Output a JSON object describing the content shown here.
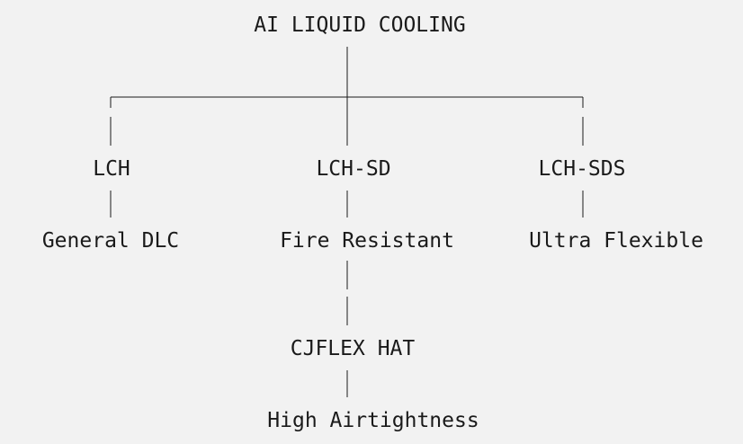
{
  "diagram": {
    "root": {
      "label": "AI LIQUID COOLING"
    },
    "branches": [
      {
        "label": "LCH",
        "feature": "General DLC"
      },
      {
        "label": "LCH-SD",
        "feature": "Fire Resistant"
      },
      {
        "label": "LCH-SDS",
        "feature": "Ultra Flexible"
      }
    ],
    "sub_branch": {
      "label": "CJFLEX HAT",
      "feature": "High Airtightness"
    }
  }
}
